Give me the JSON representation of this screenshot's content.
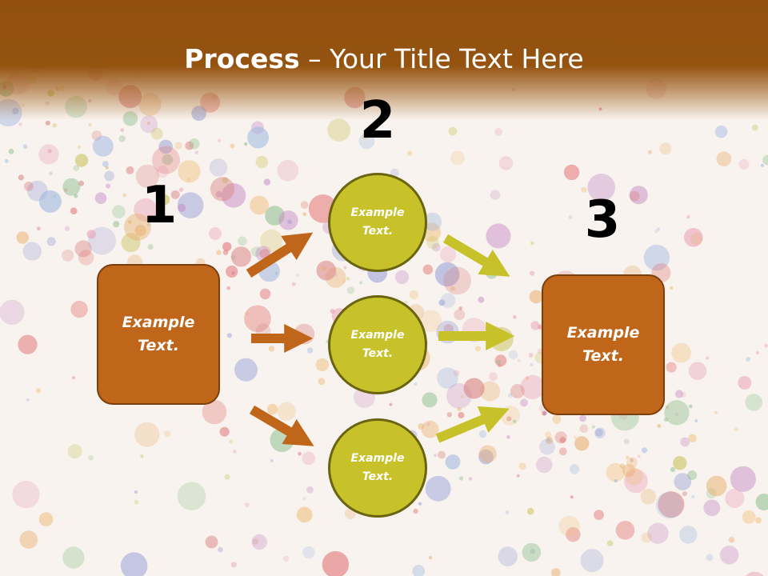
{
  "title": {
    "bold": "Process",
    "rest": " – Your Title Text Here"
  },
  "steps": {
    "one": {
      "number": "1",
      "label": "Example\nText."
    },
    "two": {
      "number": "2"
    },
    "three": {
      "number": "3",
      "label": "Example\nText."
    }
  },
  "circles": [
    {
      "label": "Example\nText."
    },
    {
      "label": "Example\nText."
    },
    {
      "label": "Example\nText."
    }
  ],
  "colors": {
    "header": "#955310",
    "box": "#c0661a",
    "circle": "#c8c22a",
    "arrow_left": "#c0661a",
    "arrow_right": "#c8c22a"
  }
}
